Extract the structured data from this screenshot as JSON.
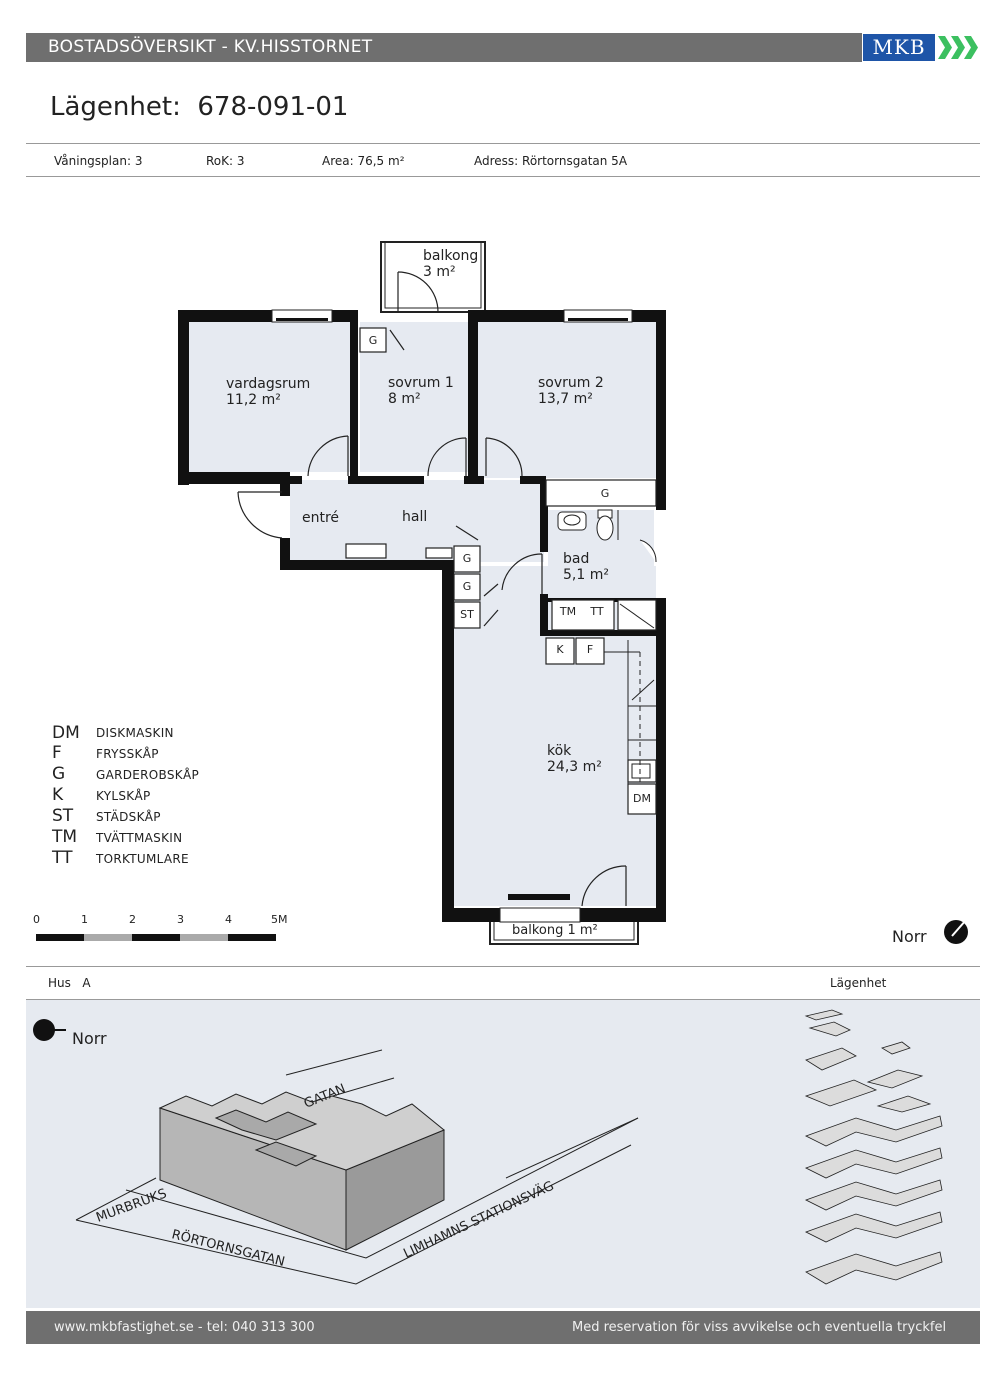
{
  "header": {
    "title": "BOSTADSÖVERSIKT - KV.HISSTORNET",
    "logo_text": "MKB",
    "accent_color": "#1e55a8",
    "logo_green": "#3cc060"
  },
  "apartment": {
    "title": "Lägenhet:  678-091-01",
    "floor": "Våningsplan: 3",
    "rooms": "RoK: 3",
    "area": "Area: 76,5 m²",
    "address": "Adress: Rörtornsgatan 5A"
  },
  "rooms": [
    {
      "name": "balkong",
      "area": "3 m²"
    },
    {
      "name": "vardagsrum",
      "area": "11,2 m²"
    },
    {
      "name": "sovrum 1",
      "area": "8 m²"
    },
    {
      "name": "sovrum 2",
      "area": "13,7 m²"
    },
    {
      "name": "entré",
      "area": ""
    },
    {
      "name": "hall",
      "area": ""
    },
    {
      "name": "bad",
      "area": "5,1 m²"
    },
    {
      "name": "kök",
      "area": "24,3 m²"
    },
    {
      "name": "balkong 1 m²",
      "area": ""
    }
  ],
  "fixtures": {
    "g": "G",
    "st": "ST",
    "tm": "TM",
    "tt": "TT",
    "k": "K",
    "f": "F",
    "dm": "DM"
  },
  "legend": [
    {
      "abbr": "DM",
      "text": "DISKMASKIN"
    },
    {
      "abbr": "F",
      "text": "FRYSSKÅP"
    },
    {
      "abbr": "G",
      "text": "GARDEROBSKÅP"
    },
    {
      "abbr": "K",
      "text": "KYLSKÅP"
    },
    {
      "abbr": "ST",
      "text": "STÄDSKÅP"
    },
    {
      "abbr": "TM",
      "text": "TVÄTTMASKIN"
    },
    {
      "abbr": "TT",
      "text": "TORKTUMLARE"
    }
  ],
  "scale": {
    "ticks": [
      "0",
      "1",
      "2",
      "3",
      "4",
      "5M"
    ]
  },
  "north": "Norr",
  "site": {
    "hus_label": "Hus   A",
    "lagenhet_label": "Lägenhet",
    "north": "Norr",
    "streets": {
      "murbruks": "MURBRUKS",
      "gatan": "GATAN",
      "rortornsgatan": "RÖRTORNSGATAN",
      "limhamns": "LIMHAMNS STATIONSVÄG"
    }
  },
  "footer": {
    "left": "www.mkbfastighet.se - tel: 040 313 300",
    "right": "Med reservation för viss avvikelse och eventuella tryckfel"
  }
}
